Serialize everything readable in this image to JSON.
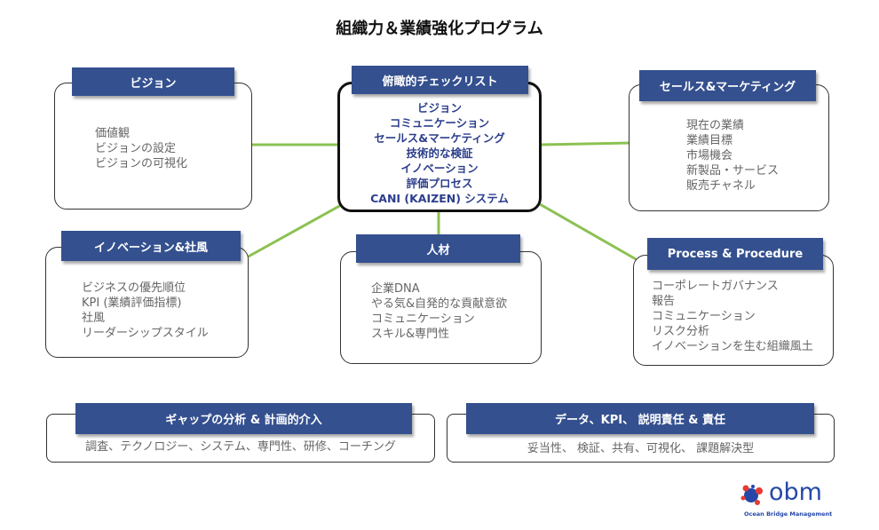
{
  "title": "組織力＆業績強化プログラム",
  "center": {
    "header": "俯瞰的チェックリスト",
    "items": [
      "ビジョン",
      "コミュニケーション",
      "セールス&マーケティング",
      "技術的な検証",
      "イノベーション",
      "評価プロセス",
      "CANI (KAIZEN) システム"
    ]
  },
  "vision": {
    "header": "ビジョン",
    "items": [
      "価値観",
      "ビジョンの設定",
      "ビジョンの可視化"
    ]
  },
  "sales": {
    "header": "セールス&マーケティング",
    "items": [
      "現在の業績",
      "業績目標",
      "市場機会",
      "新製品・サービス",
      "販売チャネル"
    ]
  },
  "innovation": {
    "header": "イノベーション&社風",
    "items": [
      "ビジネスの優先順位",
      "KPI (業績評価指標)",
      "社風",
      "リーダーシップスタイル"
    ]
  },
  "talent": {
    "header": "人材",
    "items": [
      "企業DNA",
      "やる気&自発的な貢献意欲",
      "コミュニケーション",
      "スキル&専門性"
    ]
  },
  "process": {
    "header": "Process & Procedure",
    "items": [
      "コーポレートガバナンス",
      "報告",
      "コミュニケーション",
      "リスク分析",
      "イノベーションを生む組織風土"
    ]
  },
  "gap": {
    "header": "ギャップの分析 & 計画的介入",
    "text": "調査、テクノロジー、システム、専門性、研修、コーチング"
  },
  "data": {
    "header": "データ、KPI、 説明責任 & 責任",
    "text": "妥当性、 検証、共有、可視化、 課題解決型"
  },
  "logo": {
    "word": "obm",
    "sub": "Ocean Bridge Management"
  },
  "colors": {
    "header_bg": "#34508f",
    "link": "#8cc152",
    "center_text": "#2c3e8c",
    "logo_blue": "#2548a8",
    "logo_red": "#e53935"
  }
}
